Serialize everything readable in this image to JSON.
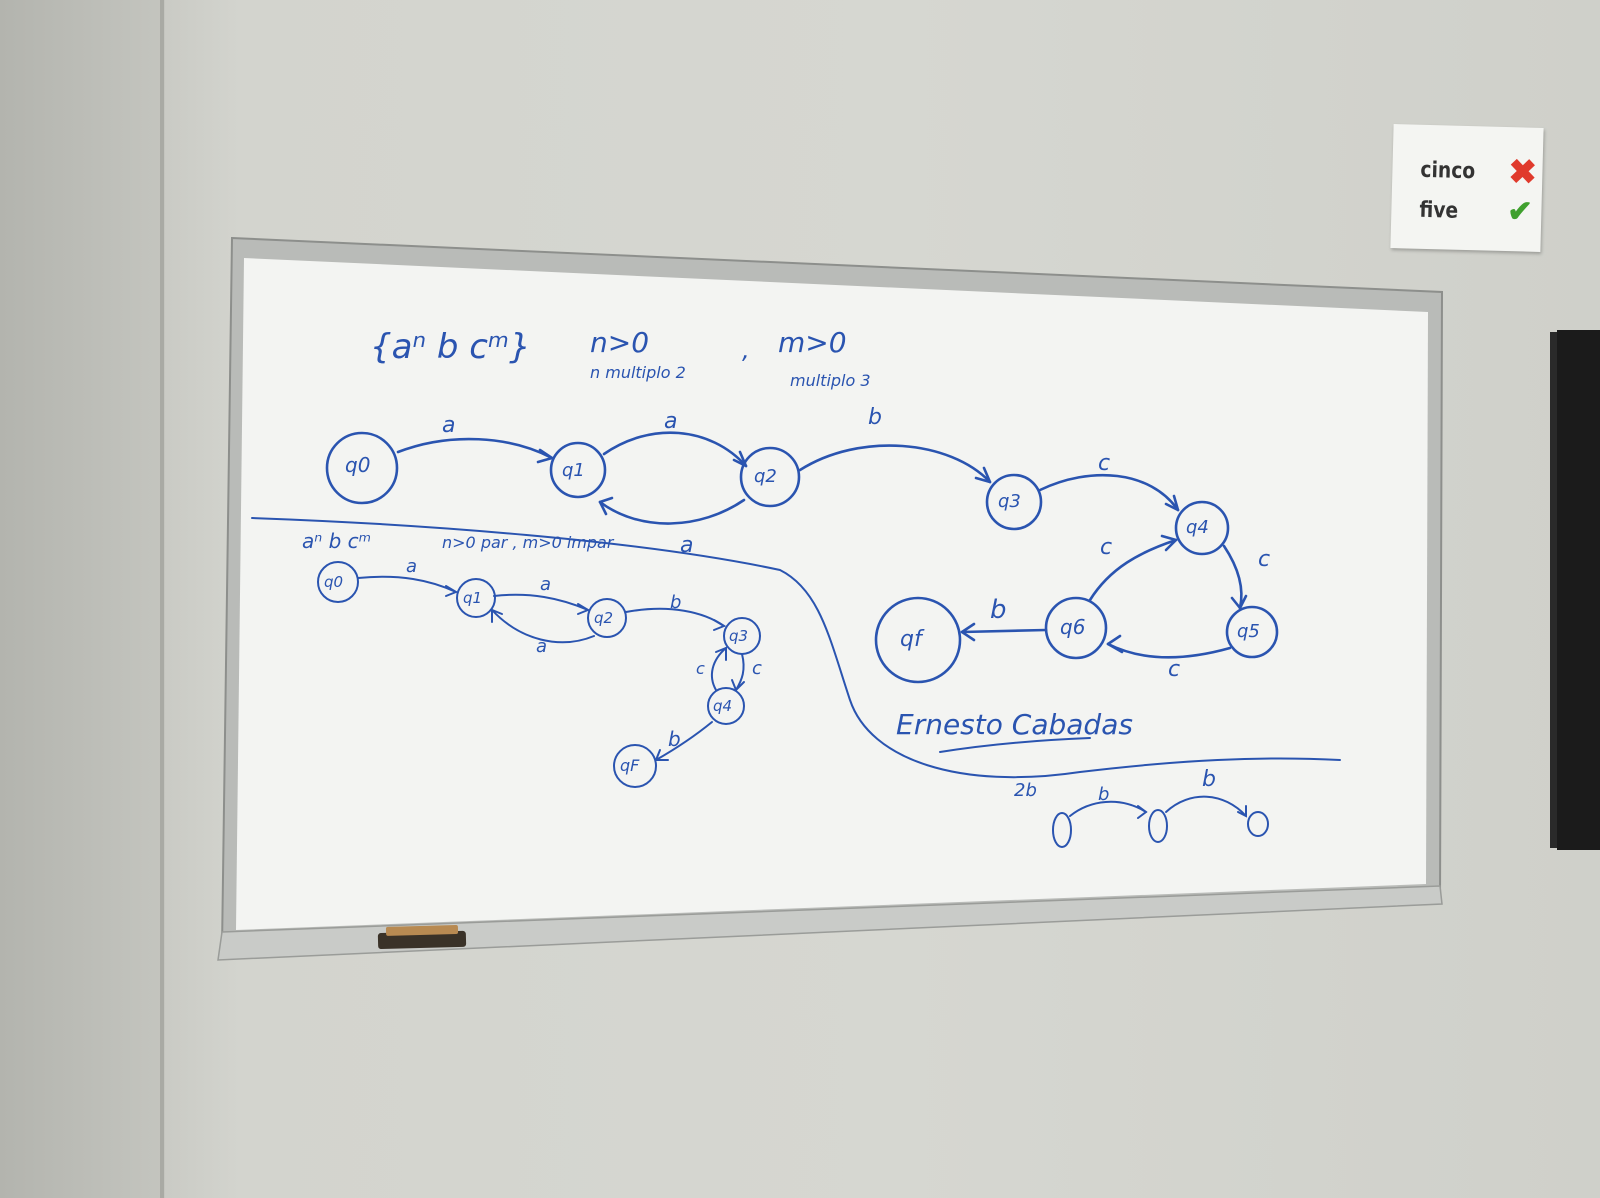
{
  "note": {
    "cinco": "cinco",
    "five": "five",
    "cross_icon": "cross-icon",
    "check_icon": "check-icon",
    "cross_color": "#e03a2c",
    "check_color": "#3fa02e"
  },
  "ink_color": "#2a54b0",
  "board": {
    "top": {
      "language": "{aⁿ b cᵐ}",
      "cond_n": "n>0",
      "cond_n_note": "n multiplo 2",
      "separator": ",",
      "cond_m": "m>0",
      "cond_m_note": "multiplo 3",
      "states": {
        "q0": "q0",
        "q1": "q1",
        "q2": "q2",
        "q3": "q3",
        "q4": "q4",
        "q5": "q5",
        "q6": "q6",
        "qf": "qf"
      },
      "transitions": {
        "q0_q1": "a",
        "q1_q2": "a",
        "q2_q1": "a",
        "q2_q3": "b",
        "q3_q4": "c",
        "q4_q5": "c",
        "q5_q6": "c",
        "q6_q4": "c",
        "q6_qf": "b"
      }
    },
    "bottom": {
      "language": "aⁿ b cᵐ",
      "conditions": "n>0 par , m>0 impar",
      "states": {
        "q0": "q0",
        "q1": "q1",
        "q2": "q2",
        "q3": "q3",
        "q4": "q4",
        "qf": "qF"
      },
      "transitions": {
        "q0_q1": "a",
        "q1_q2": "a",
        "q2_q1": "a",
        "q2_q3": "b",
        "q3_q4": "c",
        "q4_q3": "c",
        "q4_qf": "b"
      }
    },
    "signature": "Ernesto Cabadas",
    "sketch": {
      "label": "2b",
      "t1": "b",
      "t2": "b"
    }
  }
}
